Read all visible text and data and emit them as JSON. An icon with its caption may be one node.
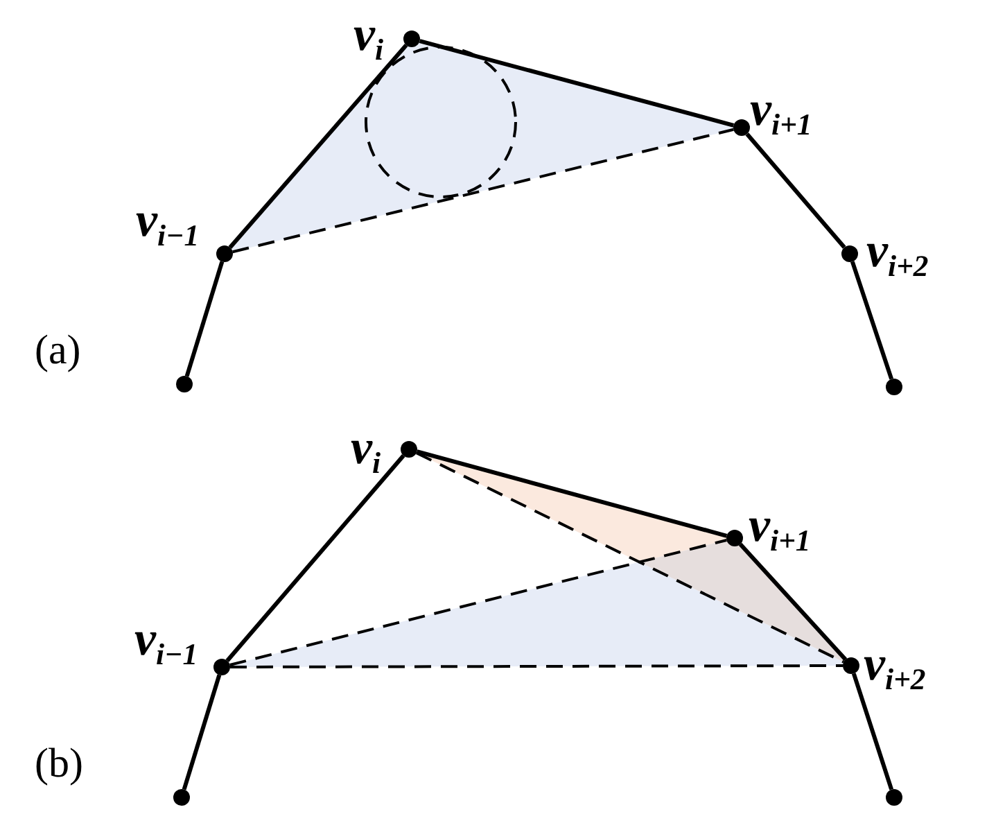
{
  "diagram": {
    "nodes": [
      {
        "text": [],
        "shape": "circle"
      },
      {
        "text": [],
        "shape": "circle",
        "beside": [
          "v$_{i−1}$"
        ]
      },
      {
        "text": [],
        "shape": "circle",
        "beside": [
          "v$_{i}$"
        ]
      },
      {
        "text": [],
        "shape": "circle",
        "beside": [
          "v$_{i+1}$"
        ]
      },
      {
        "text": [],
        "shape": "circle",
        "beside": [
          "v$_{i+2}$"
        ]
      },
      {
        "text": [],
        "shape": "circle"
      },
      {
        "text": [],
        "shape": "circle"
      },
      {
        "text": [],
        "shape": "circle"
      },
      {
        "text": [],
        "shape": "circle",
        "beside": [
          "v$_{i−1}$"
        ]
      },
      {
        "text": [],
        "shape": "circle",
        "beside": [
          "v$_{i}$"
        ]
      },
      {
        "text": [],
        "shape": "circle",
        "beside": [
          "v$_{i+1}$"
        ]
      },
      {
        "text": [],
        "shape": "circle",
        "beside": [
          "v$_{i+2}$"
        ]
      },
      {
        "text": [],
        "shape": "circle"
      }
    ],
    "edges": [
      {
        "from": 0,
        "to": 1,
        "arrow": "none"
      },
      {
        "from": 1,
        "to": 2,
        "arrow": "none"
      },
      {
        "from": 2,
        "to": 3,
        "arrow": "none"
      },
      {
        "from": 3,
        "to": 4,
        "arrow": "none"
      },
      {
        "from": 4,
        "to": 5,
        "arrow": "none"
      },
      {
        "from": 1,
        "to": 3,
        "arrow": "none",
        "style": "dashed"
      },
      {
        "from": 7,
        "to": 8,
        "arrow": "none"
      },
      {
        "from": 8,
        "to": 9,
        "arrow": "none"
      },
      {
        "from": 9,
        "to": 10,
        "arrow": "none"
      },
      {
        "from": 10,
        "to": 11,
        "arrow": "none"
      },
      {
        "from": 11,
        "to": 12,
        "arrow": "none"
      },
      {
        "from": 9,
        "to": 11,
        "arrow": "none",
        "style": "dashed"
      },
      {
        "from": 8,
        "to": 10,
        "arrow": "none",
        "style": "dashed"
      },
      {
        "from": 8,
        "to": 11,
        "arrow": "none",
        "style": "dashed"
      }
    ],
    "labels": [
      "(a)",
      "(b)"
    ]
  }
}
